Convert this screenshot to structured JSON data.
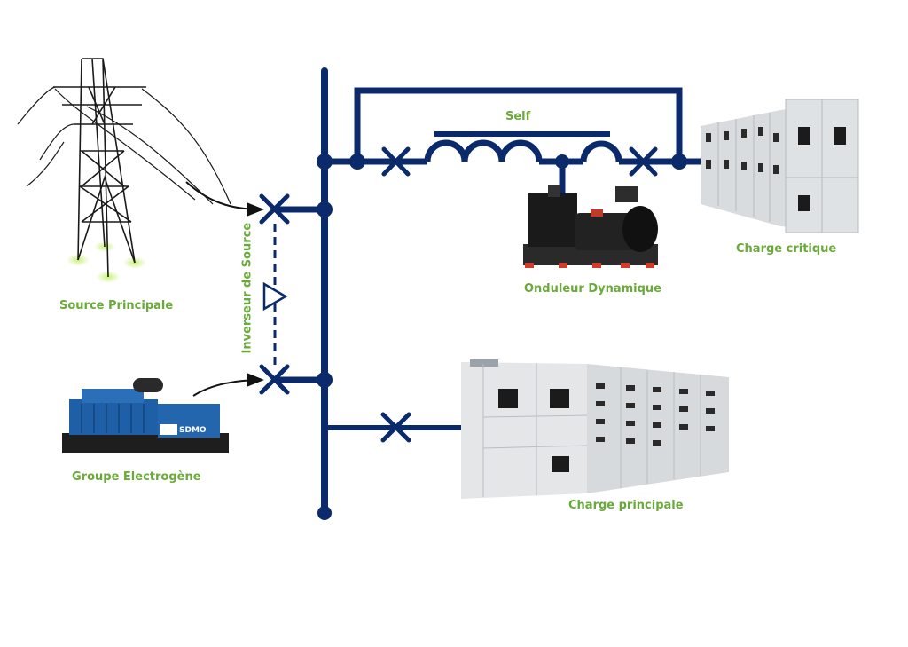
{
  "labels": {
    "self": "Self",
    "source_principale": "Source Principale",
    "inverseur_de_source": "Inverseur de Source",
    "groupe_electrogene": "Groupe Electrogène",
    "onduleur_dynamique": "Onduleur Dynamique",
    "charge_critique": "Charge critique",
    "charge_principale": "Charge principale",
    "sdmo_brand": "SDMO"
  },
  "colors": {
    "line": "#0b2a6b",
    "label": "#6aaa3a"
  },
  "icons": [
    "pylon-icon",
    "generator-icon",
    "ups-icon",
    "switchgear-icon",
    "breaker-icon",
    "inductor-icon"
  ]
}
